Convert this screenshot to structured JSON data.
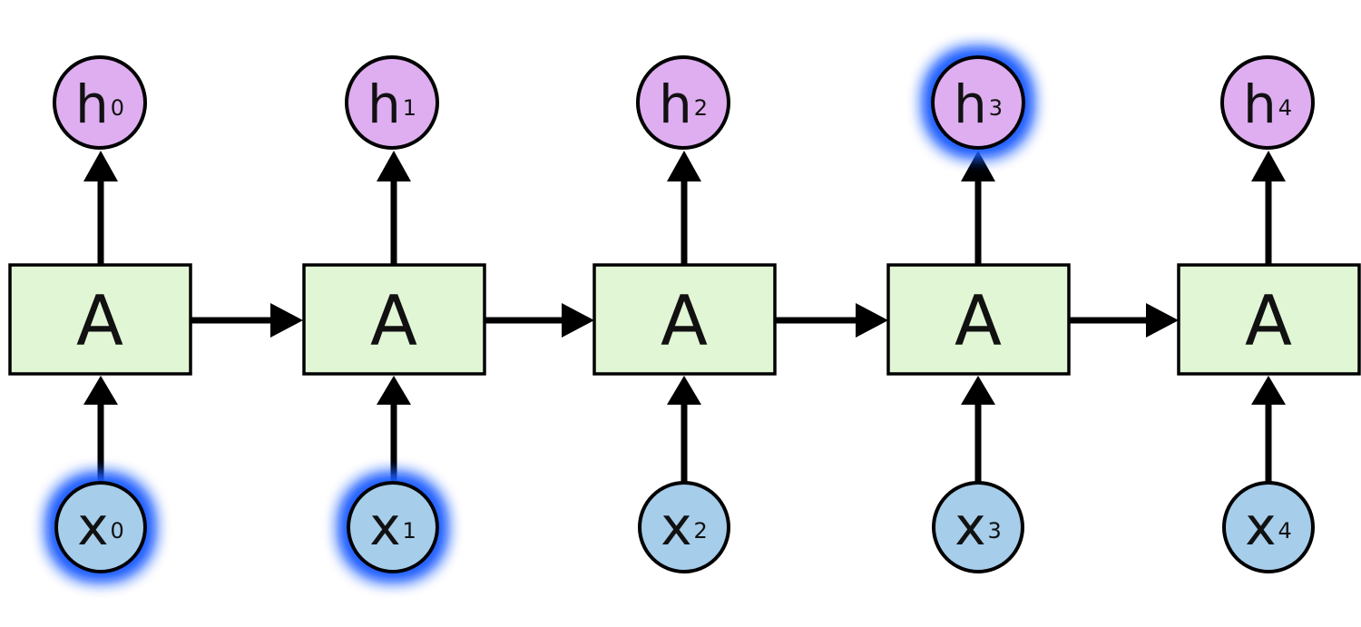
{
  "diagram": {
    "cells": [
      {
        "label": "A"
      },
      {
        "label": "A"
      },
      {
        "label": "A"
      },
      {
        "label": "A"
      },
      {
        "label": "A"
      }
    ],
    "outputs": [
      {
        "base": "h",
        "sub": "0",
        "highlighted": false
      },
      {
        "base": "h",
        "sub": "1",
        "highlighted": false
      },
      {
        "base": "h",
        "sub": "2",
        "highlighted": false
      },
      {
        "base": "h",
        "sub": "3",
        "highlighted": true
      },
      {
        "base": "h",
        "sub": "4",
        "highlighted": false
      }
    ],
    "inputs": [
      {
        "base": "x",
        "sub": "0",
        "highlighted": true
      },
      {
        "base": "x",
        "sub": "1",
        "highlighted": true
      },
      {
        "base": "x",
        "sub": "2",
        "highlighted": false
      },
      {
        "base": "x",
        "sub": "3",
        "highlighted": false
      },
      {
        "base": "x",
        "sub": "4",
        "highlighted": false
      }
    ],
    "colors": {
      "cell_fill": "#e1f6d5",
      "output_fill": "#deaef0",
      "input_fill": "#a6cdea",
      "highlight_glow": "#1f5cff",
      "stroke": "#000000"
    }
  }
}
